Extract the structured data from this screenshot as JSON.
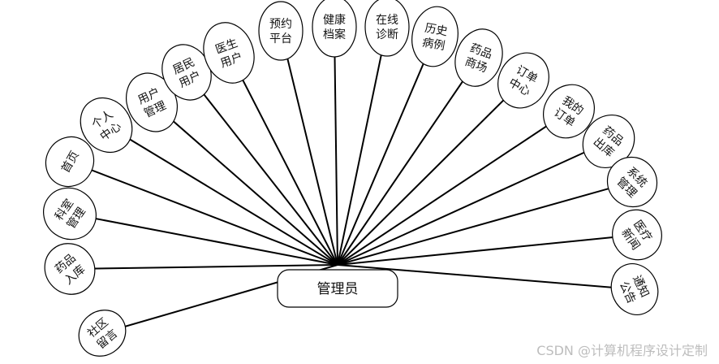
{
  "diagram": {
    "center": {
      "label": "管理员"
    },
    "nodes": [
      {
        "label": [
          "社区",
          "留言"
        ]
      },
      {
        "label": [
          "药品",
          "入库"
        ]
      },
      {
        "label": [
          "科室",
          "管理"
        ]
      },
      {
        "label": [
          "首页"
        ]
      },
      {
        "label": [
          "个人",
          "中心"
        ]
      },
      {
        "label": [
          "用户",
          "管理"
        ]
      },
      {
        "label": [
          "居民",
          "用户"
        ]
      },
      {
        "label": [
          "医生",
          "用户"
        ]
      },
      {
        "label": [
          "预约",
          "平台"
        ]
      },
      {
        "label": [
          "健康",
          "档案"
        ]
      },
      {
        "label": [
          "在线",
          "诊断"
        ]
      },
      {
        "label": [
          "历史",
          "病例"
        ]
      },
      {
        "label": [
          "药品",
          "商场"
        ]
      },
      {
        "label": [
          "订单",
          "中心"
        ]
      },
      {
        "label": [
          "我的",
          "订单"
        ]
      },
      {
        "label": [
          "药品",
          "出库"
        ]
      },
      {
        "label": [
          "系统",
          "管理"
        ]
      },
      {
        "label": [
          "医疗",
          "新闻"
        ]
      },
      {
        "label": [
          "通知",
          "公告"
        ]
      }
    ],
    "colors": {
      "stroke": "#000000",
      "fill": "#ffffff",
      "text": "#111111"
    }
  },
  "watermark": "CSDN @计算机程序设计定制"
}
